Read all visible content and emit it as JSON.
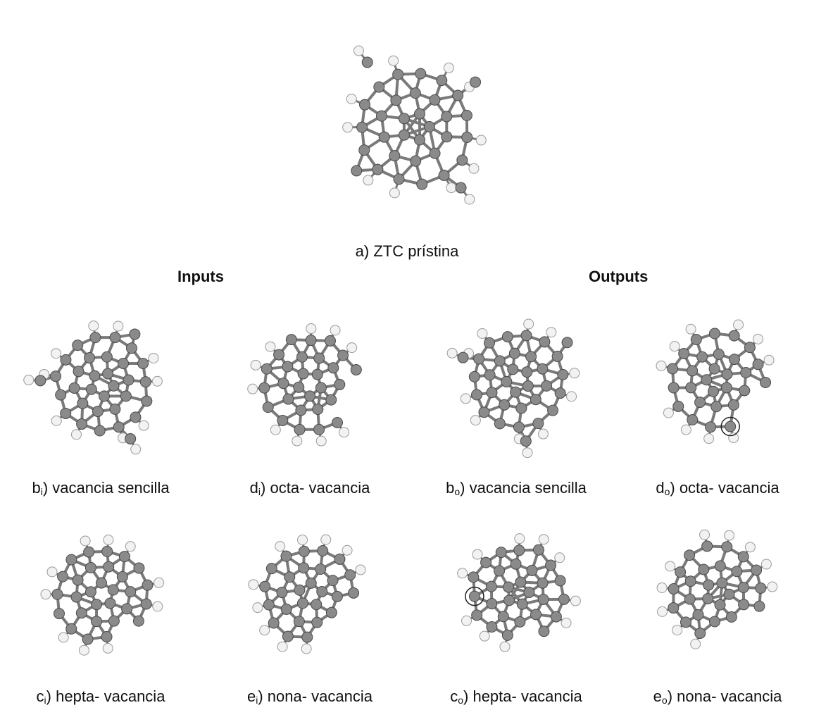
{
  "headings": {
    "inputs": "Inputs",
    "outputs": "Outputs"
  },
  "panels": [
    {
      "id": "a",
      "letter": "a",
      "sub": "",
      "text": ") ZTC prístina",
      "atoms": 46,
      "hydrogens": 12
    },
    {
      "id": "bi",
      "letter": "b",
      "sub": "i",
      "text": ") vacancia sencilla",
      "atoms": 45,
      "hydrogens": 12
    },
    {
      "id": "di",
      "letter": "d",
      "sub": "i",
      "text": ") octa- vacancia",
      "atoms": 38,
      "hydrogens": 10
    },
    {
      "id": "bo",
      "letter": "b",
      "sub": "o",
      "text": ") vacancia sencilla",
      "atoms": 45,
      "hydrogens": 12
    },
    {
      "id": "do",
      "letter": "d",
      "sub": "o",
      "text": ") octa- vacancia",
      "atoms": 38,
      "hydrogens": 10
    },
    {
      "id": "ci",
      "letter": "c",
      "sub": "i",
      "text": ") hepta- vacancia",
      "atoms": 39,
      "hydrogens": 10
    },
    {
      "id": "ei",
      "letter": "e",
      "sub": "i",
      "text": ") nona- vacancia",
      "atoms": 37,
      "hydrogens": 10
    },
    {
      "id": "co",
      "letter": "c",
      "sub": "o",
      "text": ") hepta- vacancia",
      "atoms": 39,
      "hydrogens": 10
    },
    {
      "id": "eo",
      "letter": "e",
      "sub": "o",
      "text": ") nona- vacancia",
      "atoms": 37,
      "hydrogens": 10
    }
  ],
  "colors": {
    "carbon": "#8a8a8a",
    "carbon_edge": "#4a4a4a",
    "hydrogen": "#f2f2f2",
    "hydrogen_edge": "#9a9a9a",
    "bond": "#7a7a7a",
    "highlight": "#222222"
  }
}
